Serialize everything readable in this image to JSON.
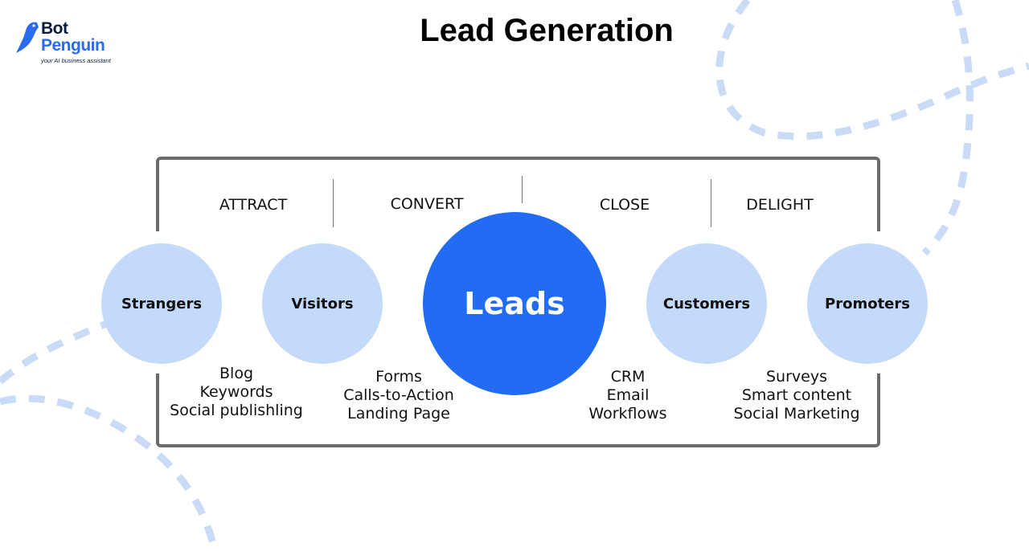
{
  "logo": {
    "name_line1": "Bot",
    "name_line2": "Penguin",
    "tagline": "your AI business assistant"
  },
  "title": "Lead Generation",
  "stages": [
    "ATTRACT",
    "CONVERT",
    "CLOSE",
    "DELIGHT"
  ],
  "nodes": [
    "Strangers",
    "Visitors",
    "Leads",
    "Customers",
    "Promoters"
  ],
  "tools": {
    "attract": [
      "Blog",
      "Keywords",
      "Social publishling"
    ],
    "convert": [
      "Forms",
      "Calls-to-Action",
      "Landing Page"
    ],
    "close": [
      "CRM",
      "Email",
      "Workflows"
    ],
    "delight": [
      "Surveys",
      "Smart content",
      "Social Marketing"
    ]
  },
  "colors": {
    "node_fill": "#c4dafa",
    "leads_fill": "#226cf3",
    "frame": "#6b6b6b",
    "decoration": "#c9dbf7",
    "brand_dark": "#0b1b3f",
    "brand_blue": "#2a6cf0"
  }
}
